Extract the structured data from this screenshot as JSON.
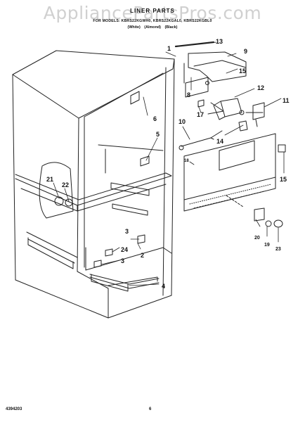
{
  "watermark": "AppliancePartsPros.com",
  "header": {
    "title": "LINER PARTS",
    "models": "FOR MODELS: KBRS22KGWH0, KBRS22KGAL0, KBRS22KGBL0",
    "colors": "(White)   (Almond)   (Black)"
  },
  "callouts": [
    "1",
    "13",
    "9",
    "8",
    "15",
    "12",
    "11",
    "17",
    "6",
    "5",
    "10",
    "14",
    "18",
    "15",
    "21",
    "22",
    "3",
    "20",
    "19",
    "23",
    "24",
    "3",
    "2",
    "4"
  ],
  "footer": {
    "part_number": "4394203",
    "page": "6"
  }
}
